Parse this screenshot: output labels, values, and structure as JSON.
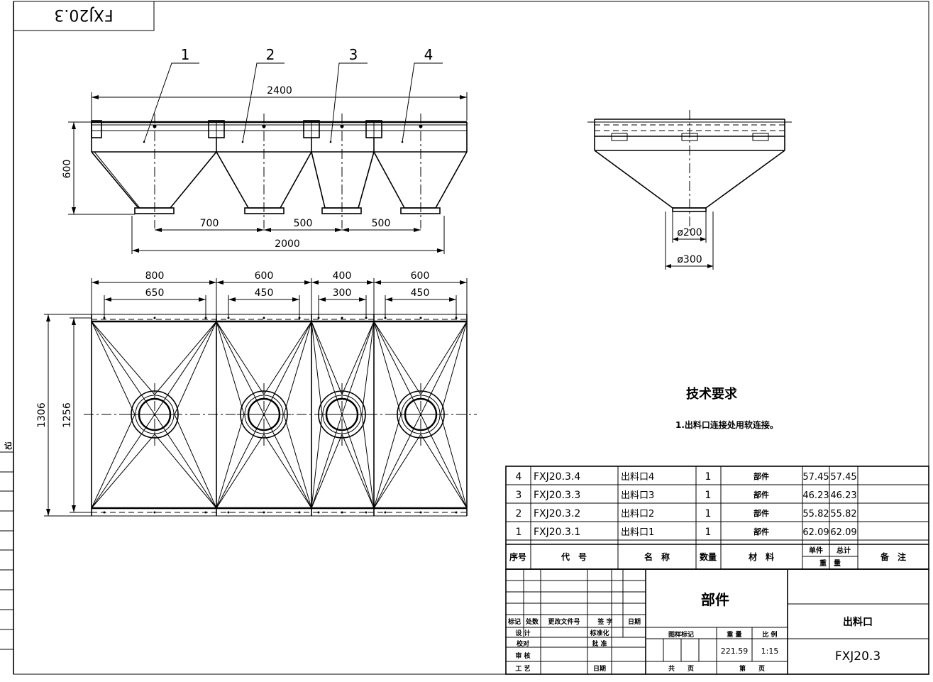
{
  "drawing_code_corner": "FXJ20.3",
  "front_view": {
    "balloons": [
      "1",
      "2",
      "3",
      "4"
    ],
    "dim_overall_width": "2400",
    "dim_height": "600",
    "dim_outlet_spacing": [
      "700",
      "500",
      "500"
    ],
    "dim_outlet_total": "2000"
  },
  "side_view": {
    "dim_inner_dia": "ø200",
    "dim_outer_dia": "ø300"
  },
  "plan_view": {
    "dim_outer_widths": [
      "800",
      "600",
      "400",
      "600"
    ],
    "dim_inner_widths": [
      "650",
      "450",
      "300",
      "450"
    ],
    "dim_total_depth": "1306",
    "dim_inner_depth": "1256"
  },
  "left_edge_label": "记",
  "tech_requirements": {
    "title": "技术要求",
    "items": [
      "1.出料口连接处用软连接。"
    ]
  },
  "parts_list": {
    "rows": [
      {
        "no": "4",
        "code": "FXJ20.3.4",
        "name": "出料口4",
        "qty": "1",
        "material": "部件",
        "unit_wt": "57.45",
        "total_wt": "57.45",
        "remark": ""
      },
      {
        "no": "3",
        "code": "FXJ20.3.3",
        "name": "出料口3",
        "qty": "1",
        "material": "部件",
        "unit_wt": "46.23",
        "total_wt": "46.23",
        "remark": ""
      },
      {
        "no": "2",
        "code": "FXJ20.3.2",
        "name": "出料口2",
        "qty": "1",
        "material": "部件",
        "unit_wt": "55.82",
        "total_wt": "55.82",
        "remark": ""
      },
      {
        "no": "1",
        "code": "FXJ20.3.1",
        "name": "出料口1",
        "qty": "1",
        "material": "部件",
        "unit_wt": "62.09",
        "total_wt": "62.09",
        "remark": ""
      }
    ],
    "header": {
      "no": "序号",
      "code": "代　号",
      "name": "名　称",
      "qty": "数量",
      "material": "材　料",
      "unit": "单件",
      "total": "总计",
      "weight": "重　量",
      "remark": "备　注"
    }
  },
  "title_block": {
    "category": "部件",
    "drawing_name": "出料口",
    "drawing_code": "FXJ20.3",
    "weight": "221.59",
    "scale": "1:15",
    "labels": {
      "mark": "标记",
      "count": "处数",
      "change_doc": "更改文件号",
      "signature": "签 字",
      "date": "日期",
      "design": "设 计",
      "standard": "标准化",
      "check": "校对",
      "approve": "批 准",
      "review": "审 核",
      "process": "工 艺",
      "date2": "日期",
      "drawing_mark": "图样标记",
      "weight": "重 量",
      "scale": "比 例",
      "total_sheets": "共　　页",
      "sheet_no": "第　　页"
    }
  }
}
